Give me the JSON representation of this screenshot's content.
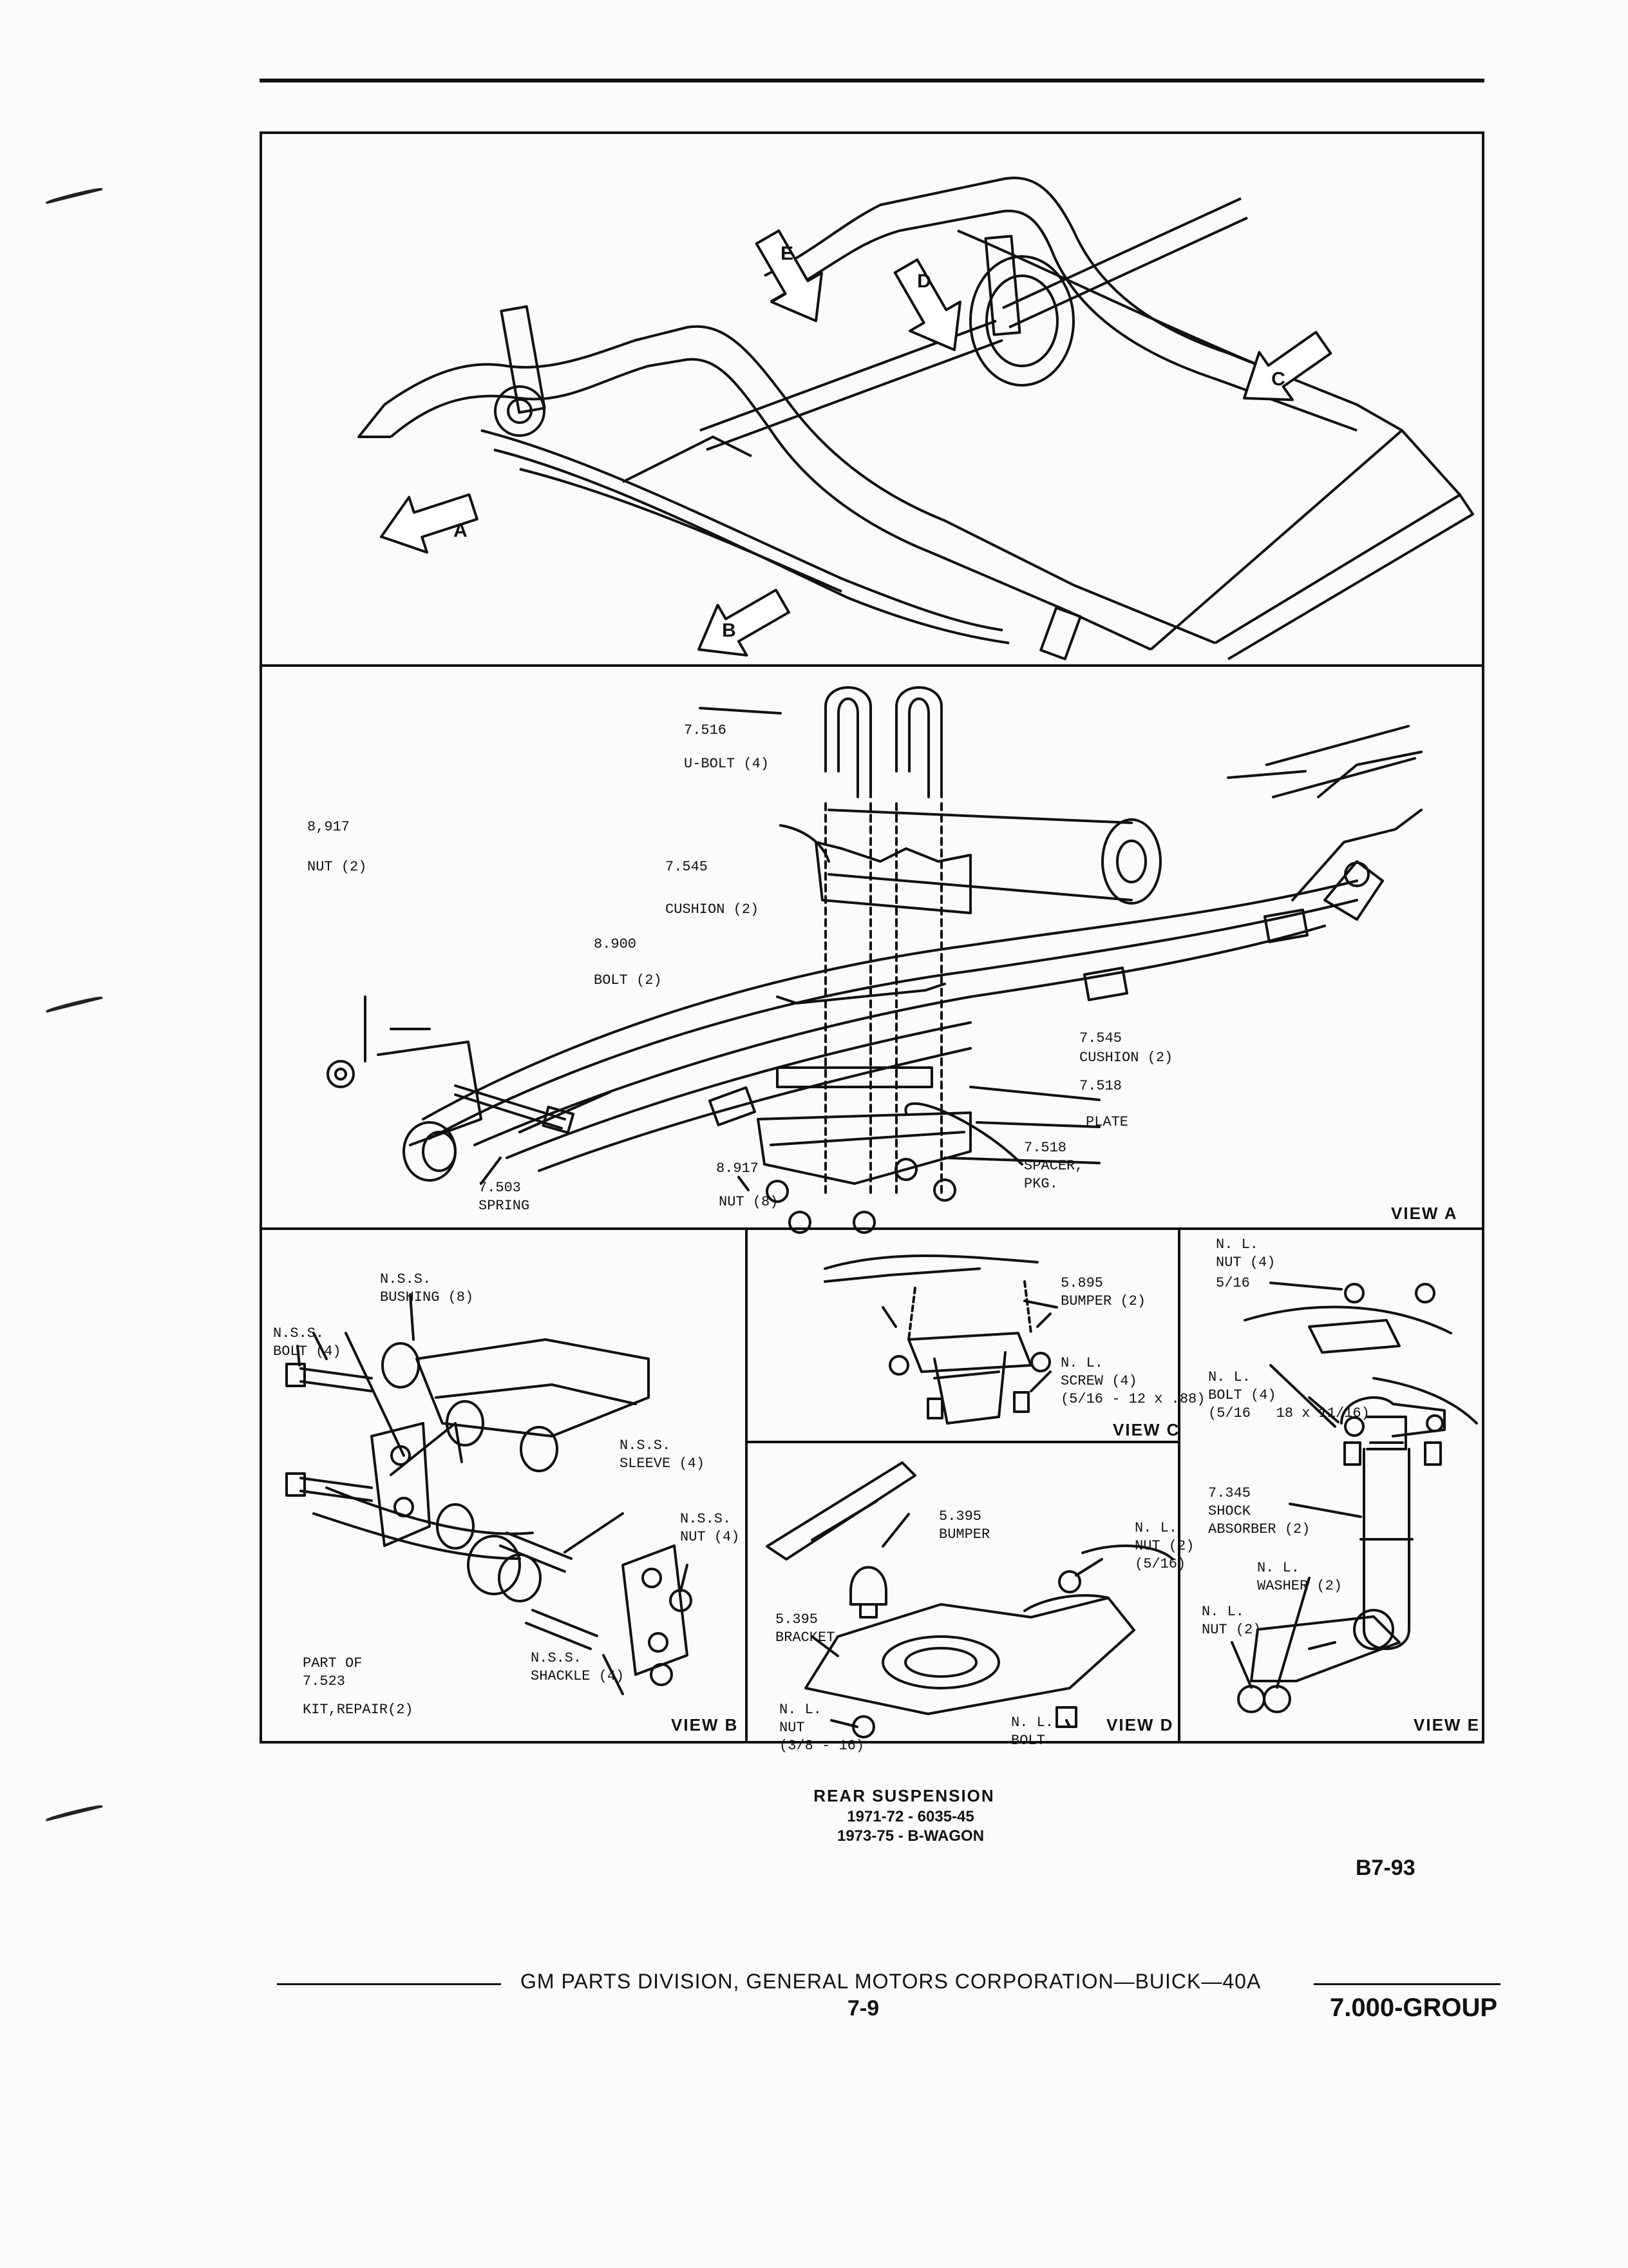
{
  "figure": {
    "view_a": {
      "ubolt_ref": "7.516",
      "ubolt": "U-BOLT (4)",
      "nut_ref_top": "8,917",
      "nut_top": "NUT (2)",
      "cushion_ref_top": "7.545",
      "cushion_top": "CUSHION (2)",
      "bolt_ref": "8.900",
      "bolt": "BOLT (2)",
      "cushion_ref_right": "7.545",
      "cushion_right": "CUSHION (2)",
      "plate_ref": "7.518",
      "plate": "PLATE",
      "spacer": "7.518\nSPACER,\nPKG.",
      "nut_ref_bottom": "8.917",
      "nut_bottom": "NUT (8)",
      "spring": "7.503\nSPRING",
      "title": "VIEW A"
    },
    "view_b": {
      "bushing": "N.S.S.\nBUSHING (8)",
      "bolt": "N.S.S.\nBOLT (4)",
      "sleeve": "N.S.S.\nSLEEVE (4)",
      "nut": "N.S.S.\nNUT (4)",
      "shackle": "N.S.S.\nSHACKLE (4)",
      "part_of": "PART OF\n7.523",
      "kit": "KIT,REPAIR(2)",
      "title": "VIEW B"
    },
    "view_c": {
      "bumper": "5.895\nBUMPER (2)",
      "screw": "N. L.\nSCREW (4)\n(5/16 - 12 x .88)",
      "title": "VIEW C"
    },
    "view_d": {
      "bumper": "5.395\nBUMPER",
      "nut_top": "N. L.\nNUT (2)\n(5/16)",
      "bracket": "5.395\nBRACKET",
      "nut_bottom": "N. L.\nNUT\n(3/8 - 16)",
      "bolt": "N. L.\nBOLT",
      "title": "VIEW D"
    },
    "view_e": {
      "nut_top": "N. L.\nNUT (4)",
      "nut_top_size": "5/16",
      "bolt": "N. L.\nBOLT (4)\n(5/16   18 x 11/16)",
      "shock": "7.345\nSHOCK\nABSORBER (2)",
      "washer": "N. L.\nWASHER (2)",
      "nut_bottom": "N. L.\nNUT (2)",
      "title": "VIEW E"
    },
    "callout_letters": [
      "A",
      "B",
      "C",
      "D",
      "E"
    ]
  },
  "caption": {
    "title": "REAR SUSPENSION",
    "line1": "1971-72 - 6035-45",
    "line2": "1973-75 - B-WAGON"
  },
  "page_code": "B7-93",
  "footer": {
    "division": "GM PARTS DIVISION,  GENERAL MOTORS CORPORATION—BUICK—40A",
    "page_number": "7-9",
    "group": "7.000-GROUP"
  }
}
